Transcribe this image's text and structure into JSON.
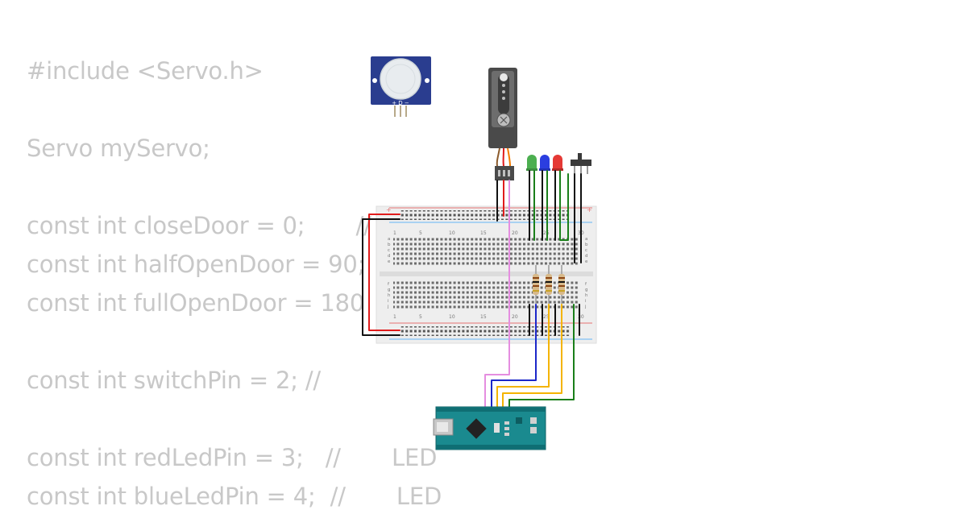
{
  "code": {
    "lines": [
      "#include <Servo.h>",
      "Servo myServo;",
      "const int closeDoor = 0;       //",
      "const int halfOpenDoor = 90;",
      "const int fullOpenDoor = 180",
      "const int switchPin = 2; //",
      "const int redLedPin = 3;   //       LED",
      "const int blueLedPin = 4;  //       LED"
    ]
  },
  "components": {
    "pir_sensor": {
      "pin_labels": "+ D −"
    },
    "servo": {
      "name": "servo"
    },
    "leds": [
      {
        "name": "green",
        "color": "#4caf50"
      },
      {
        "name": "blue",
        "color": "#2b3ee0"
      },
      {
        "name": "red",
        "color": "#e53935"
      }
    ],
    "breadboard": {
      "column_numbers": [
        "1",
        "5",
        "10",
        "15",
        "20",
        "25",
        "30"
      ],
      "row_letters_top": [
        "a",
        "b",
        "c",
        "d",
        "e"
      ],
      "row_letters_bottom": [
        "f",
        "g",
        "h",
        "i",
        "j"
      ]
    },
    "arduino_nano": {
      "color": "#1a8a8f"
    }
  },
  "wire_colors": {
    "red": "#e01b1b",
    "black": "#111111",
    "pink": "#e58ee0",
    "blue": "#1c27c9",
    "yellow": "#f4b400",
    "green": "#1a7f1a",
    "orange": "#f57c00"
  }
}
